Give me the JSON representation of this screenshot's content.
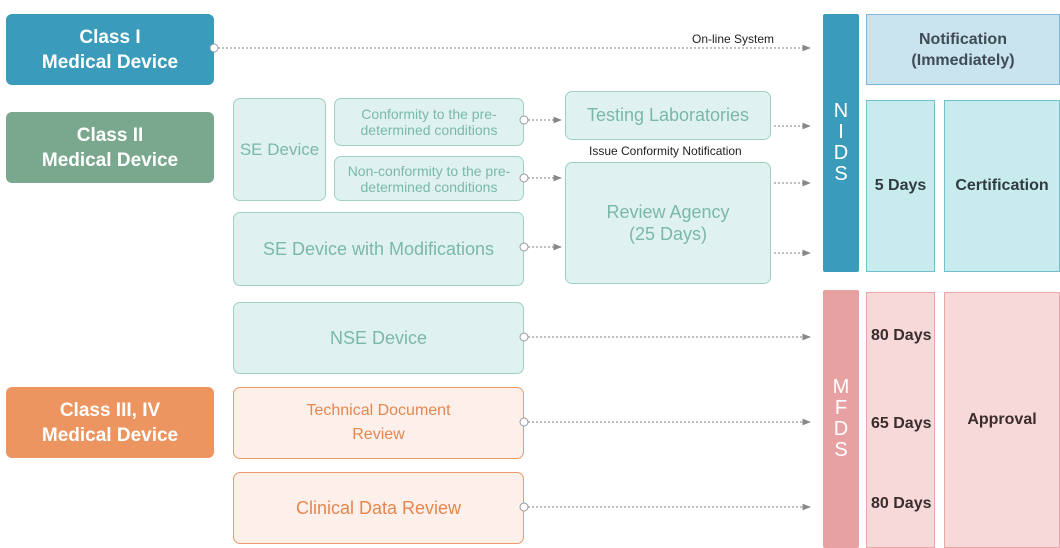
{
  "classes": {
    "class1": "Class I\nMedical Device",
    "class2": "Class II\nMedical Device",
    "class3": "Class III, IV\nMedical Device"
  },
  "devices": {
    "se_device": "SE Device",
    "conformity": "Conformity to the pre-\ndetermined conditions",
    "nonconformity": "Non-conformity to the pre-\ndetermined conditions",
    "se_modified": "SE Device with Modifications",
    "nse_device": "NSE Device",
    "technical_review": "Technical Document\nReview",
    "clinical_review": "Clinical Data Review"
  },
  "processes": {
    "testing_labs": "Testing Laboratories",
    "issue_notification": "Issue Conformity Notification",
    "review_agency": "Review Agency\n(25 Days)"
  },
  "labels": {
    "online_system": "On-line System"
  },
  "agencies": {
    "nids": "N\nI\nD\nS",
    "mfds": "M\nF\nD\nS"
  },
  "outcomes": {
    "notification": "Notification\n(Immediately)",
    "nids_days": "5 Days",
    "certification": "Certification",
    "nse_days": "80 Days",
    "technical_days": "65 Days",
    "clinical_days": "80 Days",
    "approval": "Approval"
  },
  "colors": {
    "class1": "#3a9bbb",
    "class2": "#7aa88e",
    "class3": "#ec9560",
    "nids": "#3a9bbb",
    "mfds": "#e8a1a3"
  }
}
